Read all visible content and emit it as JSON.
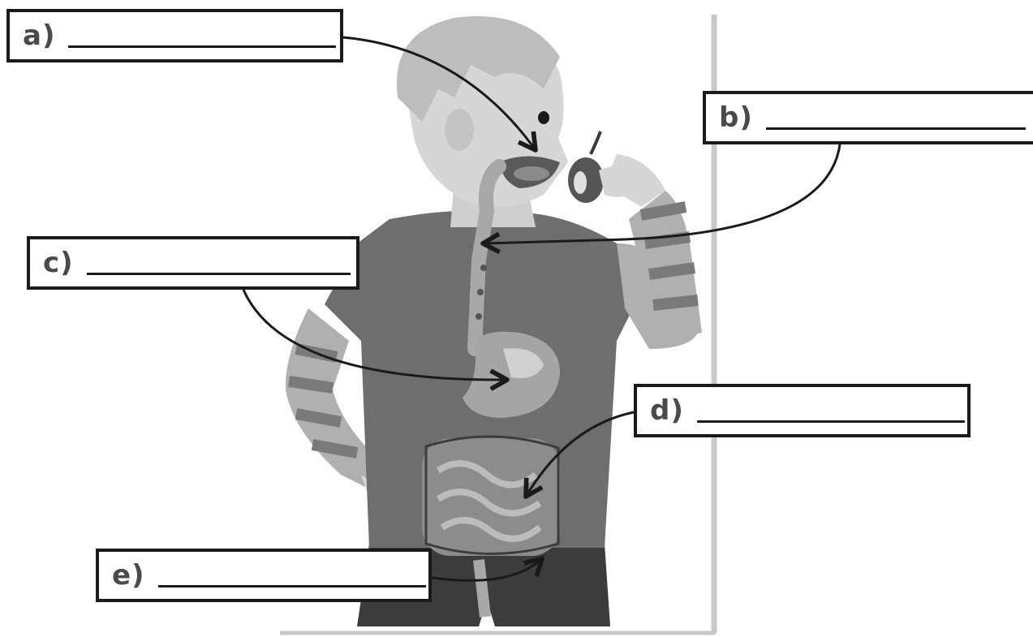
{
  "labels": [
    {
      "id": "a",
      "text": "a)"
    },
    {
      "id": "b",
      "text": "b)"
    },
    {
      "id": "c",
      "text": "c)"
    },
    {
      "id": "d",
      "text": "d)"
    },
    {
      "id": "e",
      "text": "e)"
    }
  ],
  "colors": {
    "line": "#1a1a1a",
    "label_text": "#4a4a4a",
    "divider": "#c8c8c8",
    "shirt": "#6e6e6e",
    "sleeve_light": "#b0b0b0",
    "sleeve_dark": "#7a7a7a",
    "skin": "#d6d6d6",
    "hair": "#bdbdbd",
    "organ": "#9a9a9a",
    "pants": "#3c3c3c"
  }
}
